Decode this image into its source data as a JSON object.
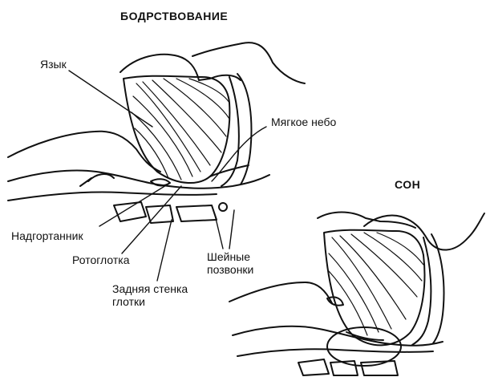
{
  "titles": {
    "awake": "БОДРСТВОВАНИЕ",
    "sleep": "СОН"
  },
  "labels": {
    "tongue": "Язык",
    "soft_palate": "Мягкое небо",
    "epiglottis": "Надгортанник",
    "oropharynx": "Ротоглотка",
    "cervical_vertebrae": [
      "Шейные",
      "позвонки"
    ],
    "posterior_pharyngeal_wall": [
      "Задняя стенка",
      "глотки"
    ]
  },
  "colors": {
    "ink": "#111111",
    "paper": "#ffffff"
  }
}
